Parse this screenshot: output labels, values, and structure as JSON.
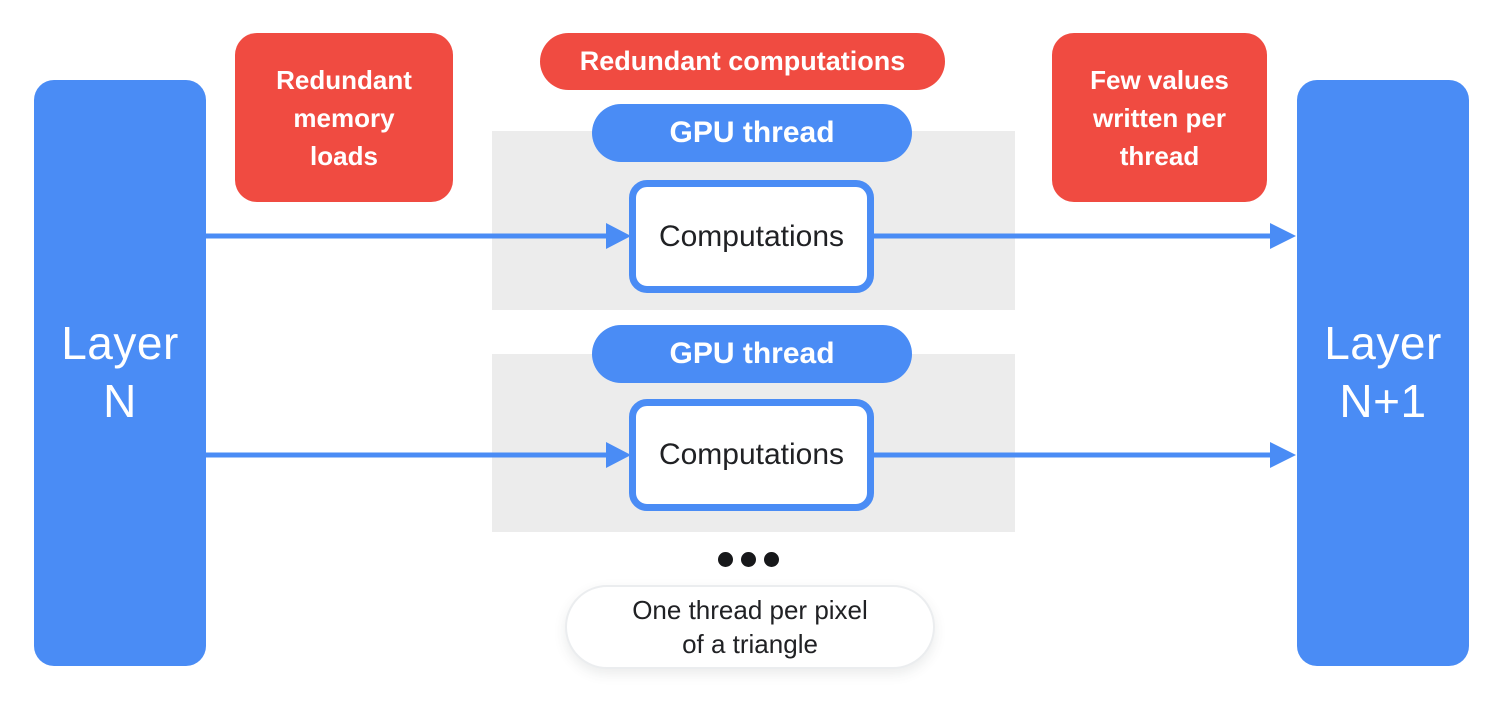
{
  "colors": {
    "blue": "#4a8cf5",
    "red": "#f04b41",
    "gray_panel": "#ececec",
    "text_dark": "#202124",
    "white": "#ffffff"
  },
  "layers": {
    "left": {
      "line1": "Layer",
      "line2": "N"
    },
    "right": {
      "line1": "Layer",
      "line2": "N+1"
    }
  },
  "badges": {
    "memory": {
      "line1": "Redundant",
      "line2": "memory",
      "line3": "loads"
    },
    "compute": {
      "label": "Redundant computations"
    },
    "writes": {
      "line1": "Few values",
      "line2": "written per",
      "line3": "thread"
    }
  },
  "units": [
    {
      "gpu_label": "GPU thread",
      "comp_label": "Computations"
    },
    {
      "gpu_label": "GPU thread",
      "comp_label": "Computations"
    }
  ],
  "ellipsis": {
    "icon": "ellipsis-dots",
    "count": 3
  },
  "caption": {
    "line1": "One thread per pixel",
    "line2": "of a triangle"
  }
}
